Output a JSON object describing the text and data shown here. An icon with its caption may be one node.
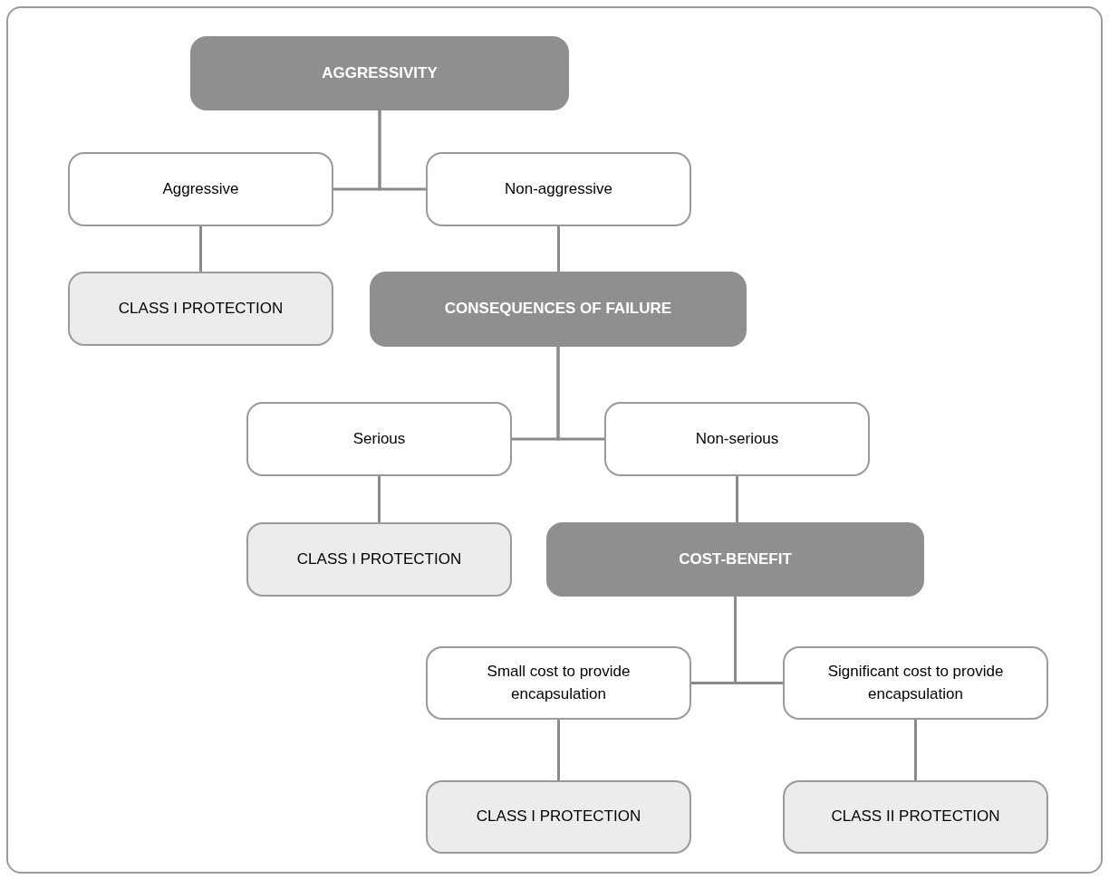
{
  "diagram": {
    "nodes": [
      {
        "text": [
          "AGGRESSIVITY"
        ]
      },
      {
        "text": [
          "Aggressive"
        ]
      },
      {
        "text": [
          "Non-aggressive"
        ]
      },
      {
        "text": [
          "CLASS I PROTECTION"
        ]
      },
      {
        "text": [
          "CONSEQUENCES OF FAILURE"
        ]
      },
      {
        "text": [
          "Serious"
        ]
      },
      {
        "text": [
          "Non-serious"
        ]
      },
      {
        "text": [
          "CLASS I PROTECTION"
        ]
      },
      {
        "text": [
          "COST-BENEFIT"
        ]
      },
      {
        "text": [
          "Small cost to provide encapsulation"
        ]
      },
      {
        "text": [
          "Significant cost to provide encapsulation"
        ]
      },
      {
        "text": [
          "CLASS I PROTECTION"
        ]
      },
      {
        "text": [
          "CLASS II PROTECTION"
        ]
      }
    ],
    "edges": [
      {
        "from": 0,
        "to": 1,
        "arrow": "none"
      },
      {
        "from": 0,
        "to": 2,
        "arrow": "none"
      },
      {
        "from": 1,
        "to": 3,
        "arrow": "none"
      },
      {
        "from": 2,
        "to": 4,
        "arrow": "none"
      },
      {
        "from": 4,
        "to": 5,
        "arrow": "none"
      },
      {
        "from": 4,
        "to": 6,
        "arrow": "none"
      },
      {
        "from": 5,
        "to": 7,
        "arrow": "none"
      },
      {
        "from": 6,
        "to": 8,
        "arrow": "none"
      },
      {
        "from": 8,
        "to": 9,
        "arrow": "none"
      },
      {
        "from": 8,
        "to": 10,
        "arrow": "none"
      },
      {
        "from": 9,
        "to": 11,
        "arrow": "none"
      },
      {
        "from": 10,
        "to": 12,
        "arrow": "none"
      }
    ]
  }
}
